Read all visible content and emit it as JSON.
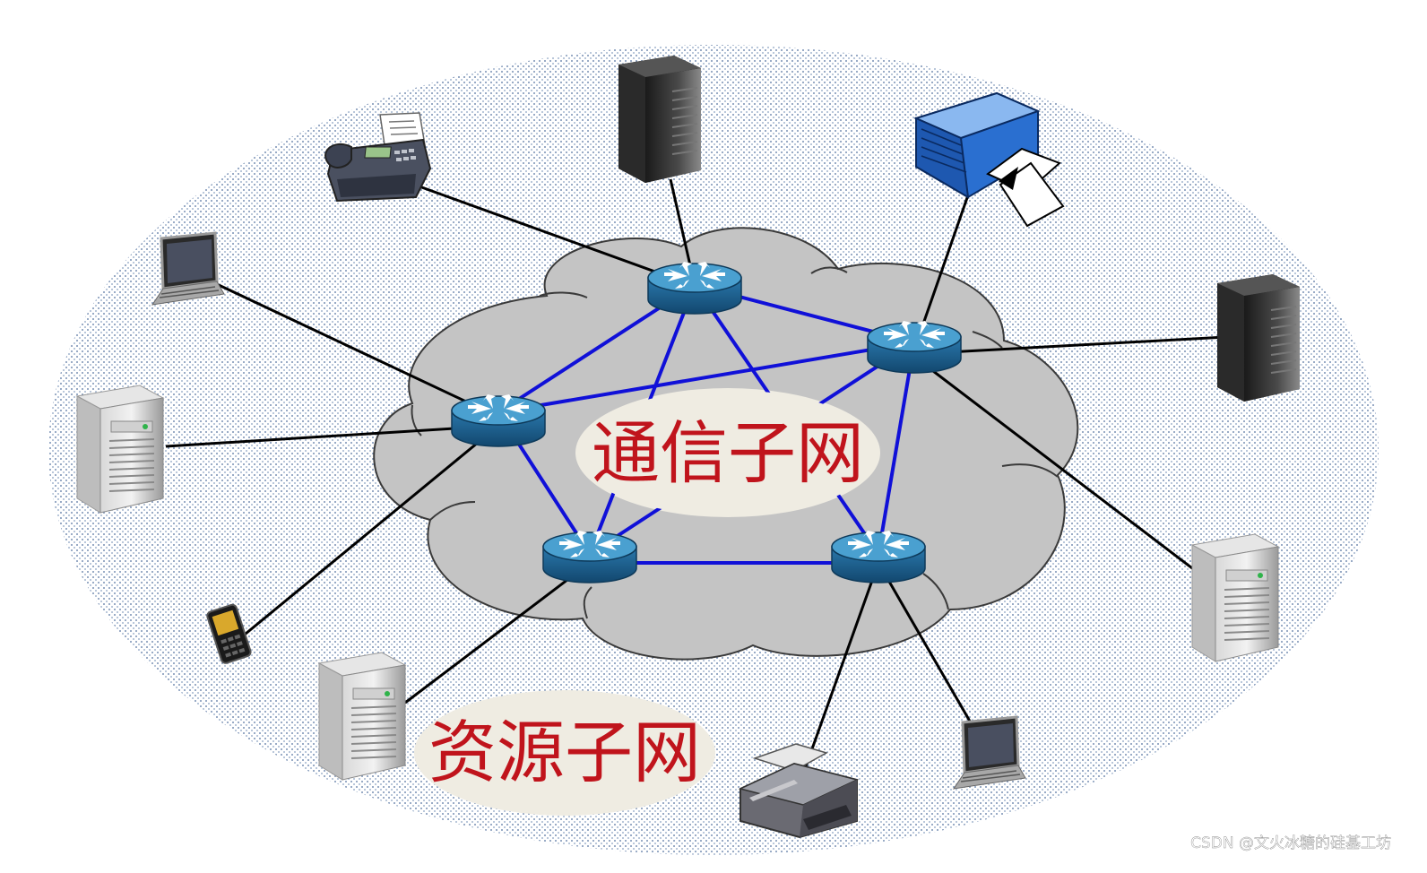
{
  "labels": {
    "communication_subnet": "通信子网",
    "resource_subnet": "资源子网"
  },
  "watermark": "CSDN @文火冰糖的硅基工坊",
  "colors": {
    "outer_dots": "#7890b4",
    "cloud_fill": "#c4c4c4",
    "cloud_stroke": "#3a3a3a",
    "router_top": "#4aa0d0",
    "router_side": "#1c5a88",
    "backbone_link": "#1010d8",
    "access_link": "#000000",
    "label_text": "#c0141c",
    "label_bg": "#efece2"
  },
  "icons": [
    "router-icon",
    "server-tower-icon",
    "server-black-icon",
    "fax-icon",
    "printer-icon",
    "laptop-icon",
    "mobile-phone-icon"
  ]
}
